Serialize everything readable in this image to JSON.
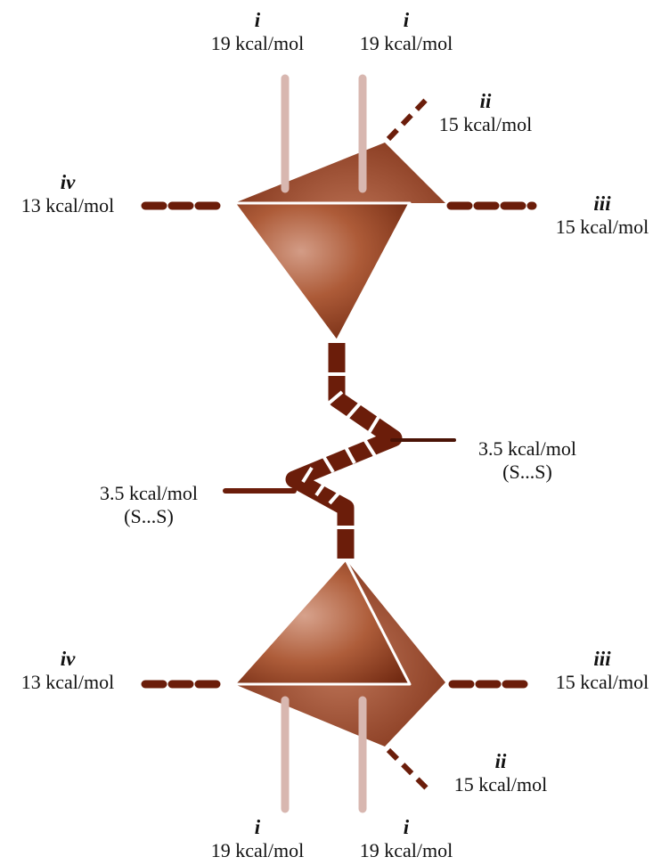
{
  "colors": {
    "tetra_dark": "#6e2510",
    "tetra_mid": "#a3502f",
    "tetra_light": "#d9a08a",
    "bond_dark": "#6b1d0a",
    "bond_light": "#d8b7b0",
    "edge": "#ffffff"
  },
  "labels": {
    "top": {
      "i_left": {
        "roman": "i",
        "energy": "19 kcal/mol"
      },
      "i_right": {
        "roman": "i",
        "energy": "19 kcal/mol"
      },
      "ii": {
        "roman": "ii",
        "energy": "15 kcal/mol"
      },
      "iii": {
        "roman": "iii",
        "energy": "15 kcal/mol"
      },
      "iv": {
        "roman": "iv",
        "energy": "13 kcal/mol"
      }
    },
    "middle": {
      "right": {
        "energy": "3.5 kcal/mol",
        "contact": "(S...S)"
      },
      "left": {
        "energy": "3.5 kcal/mol",
        "contact": "(S...S)"
      }
    },
    "bottom": {
      "iv": {
        "roman": "iv",
        "energy": "13 kcal/mol"
      },
      "iii": {
        "roman": "iii",
        "energy": "15 kcal/mol"
      },
      "ii": {
        "roman": "ii",
        "energy": "15 kcal/mol"
      },
      "i_left": {
        "roman": "i",
        "energy": "19 kcal/mol"
      },
      "i_right": {
        "roman": "i",
        "energy": "19 kcal/mol"
      }
    }
  }
}
